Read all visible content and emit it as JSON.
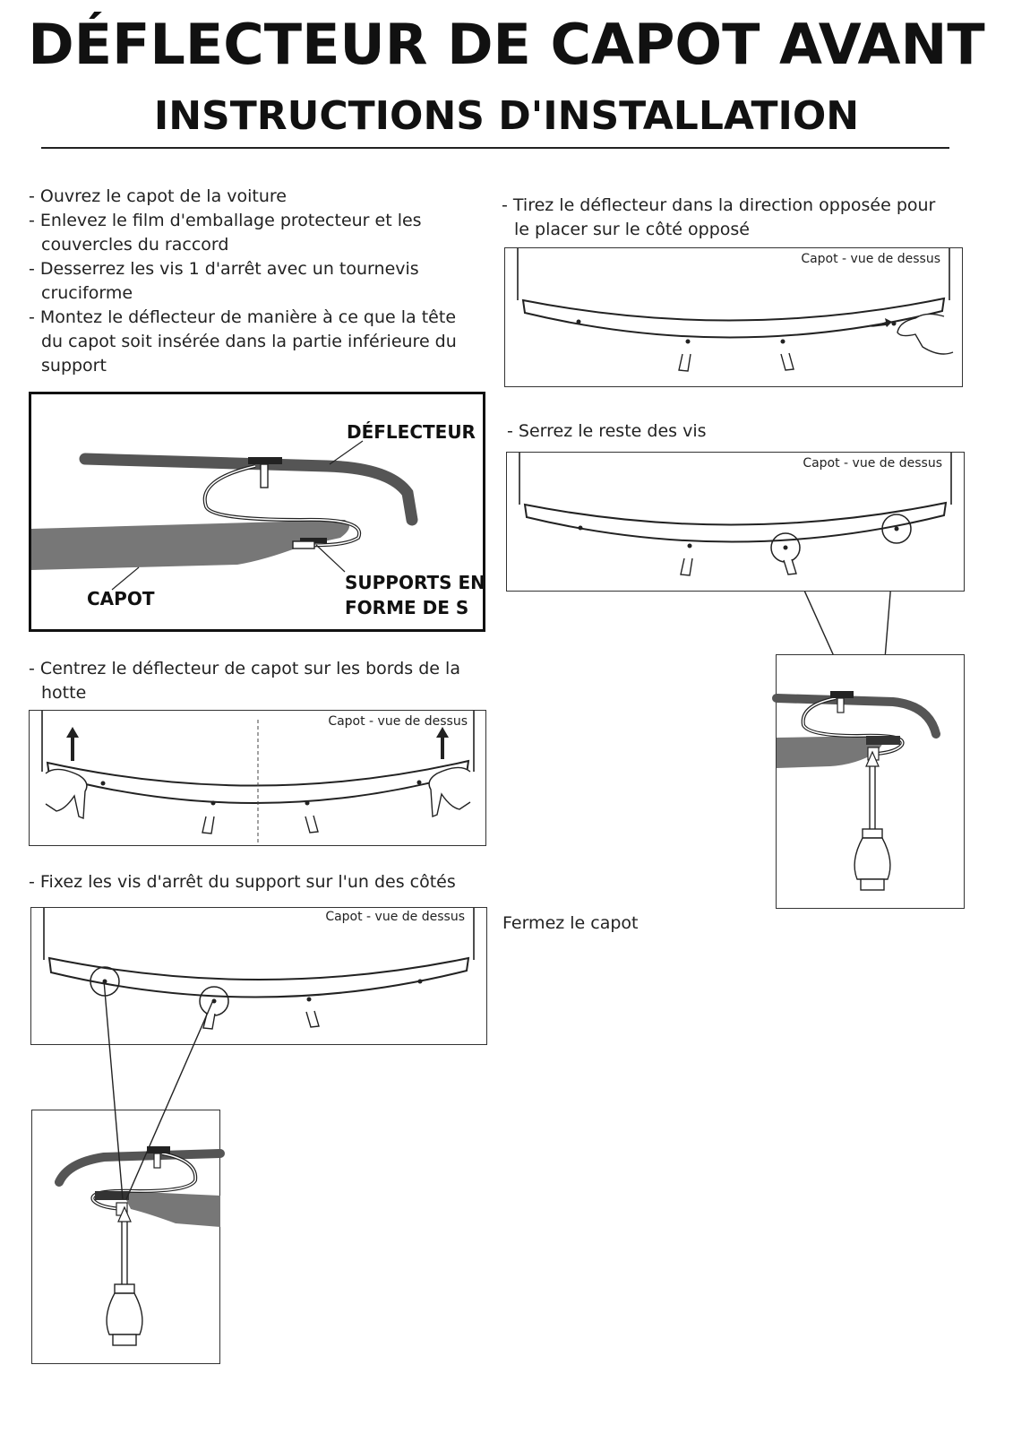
{
  "title": "DÉFLECTEUR DE CAPOT AVANT",
  "subtitle": "INSTRUCTIONS D'INSTALLATION",
  "steps_intro": [
    "- Ouvrez le capot de la voiture",
    "- Enlevez le film d'emballage protecteur et les",
    "couvercles du raccord",
    "- Desserrez les vis  1 d'arrêt avec un tournevis",
    "cruciforme",
    "- Montez le déflecteur de manière à ce que la tête",
    "du capot soit insérée dans la partie inférieure du",
    "support"
  ],
  "figure1": {
    "deflector_label": "DÉFLECTEUR",
    "hood_label": "CAPOT",
    "bracket_label_1": "SUPPORTS EN",
    "bracket_label_2": "FORME DE S"
  },
  "step_center": [
    "- Centrez le déflecteur de capot sur les bords de la",
    "hotte"
  ],
  "step_fix": "- Fixez les vis d'arrêt du support sur l'un des côtés",
  "step_pull": [
    "- Tirez le déflecteur dans la direction opposée pour",
    "le placer sur le côté opposé"
  ],
  "step_tighten": "- Serrez le reste des vis",
  "step_close": "Fermez le capot",
  "top_view_label": "Capot - vue de dessus"
}
